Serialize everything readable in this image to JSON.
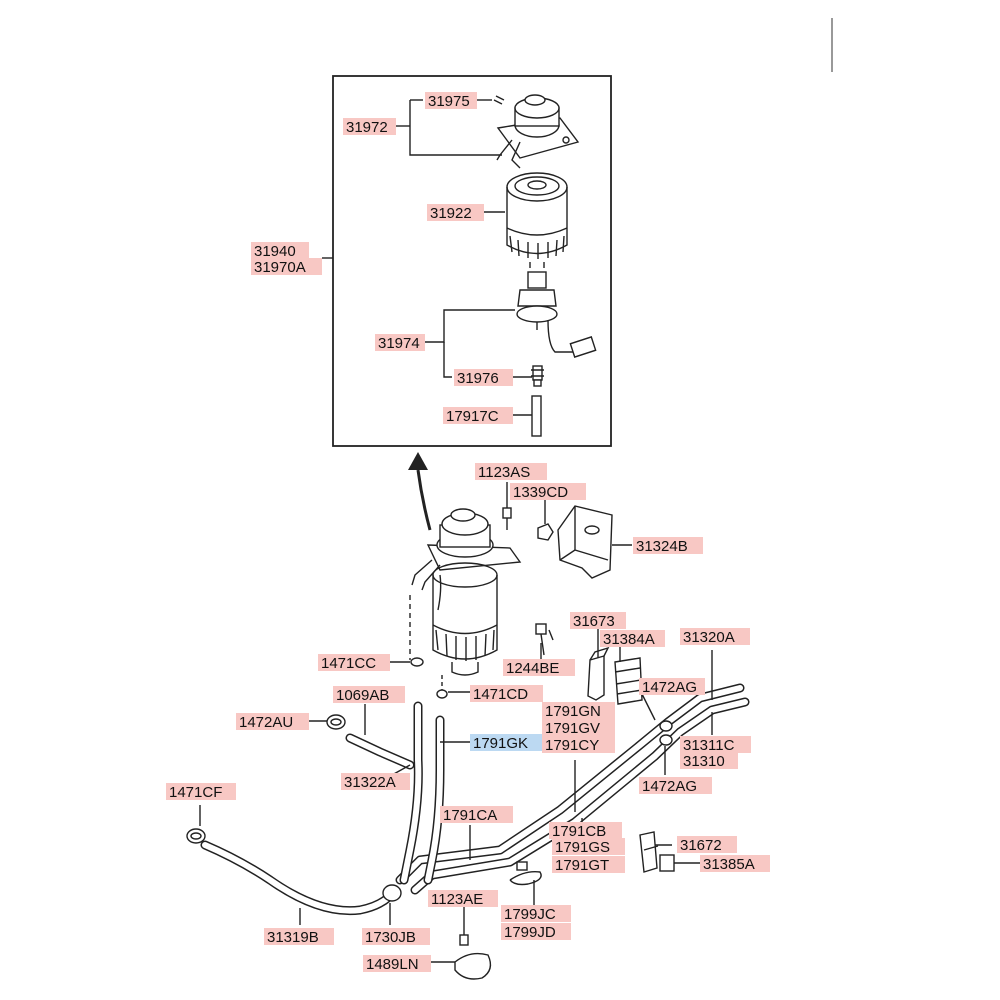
{
  "labels": {
    "l31975": "31975",
    "l31972": "31972",
    "l31922": "31922",
    "l31940": "31940",
    "l31970A": "31970A",
    "l31974": "31974",
    "l31976": "31976",
    "l17917C": "17917C",
    "l1123AS": "1123AS",
    "l1339CD": "1339CD",
    "l31324B": "31324B",
    "l31673": "31673",
    "l31384A": "31384A",
    "l31320A": "31320A",
    "l1471CC": "1471CC",
    "l1244BE": "1244BE",
    "l1472AG_top": "1472AG",
    "l1069AB": "1069AB",
    "l1471CD": "1471CD",
    "l1791GN": "1791GN",
    "l1472AU": "1472AU",
    "l1791GV": "1791GV",
    "l1791GK": "1791GK",
    "l1791CY": "1791CY",
    "l31311C": "31311C",
    "l31310": "31310",
    "l31322A": "31322A",
    "l1472AG_bot": "1472AG",
    "l1471CF": "1471CF",
    "l1791CA": "1791CA",
    "l1791CB": "1791CB",
    "l31672": "31672",
    "l1791GS": "1791GS",
    "l31385A": "31385A",
    "l1791GT": "1791GT",
    "l1123AE": "1123AE",
    "l1799JC": "1799JC",
    "l31319B": "31319B",
    "l1730JB": "1730JB",
    "l1799JD": "1799JD",
    "l1489LN": "1489LN"
  },
  "colors": {
    "label_bg": "#f8c8c4",
    "label_highlight_bg": "#bcd9f2",
    "line": "#222222"
  }
}
